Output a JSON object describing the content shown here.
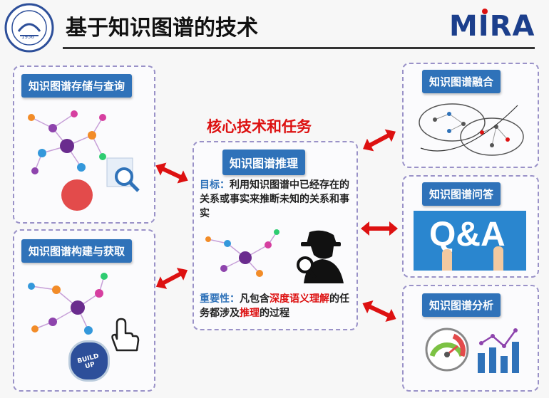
{
  "header": {
    "title": "基于知识图谱的技术",
    "brand": "MIRA",
    "university_emblem_text": "1956"
  },
  "center": {
    "heading": "核心技术和任务",
    "task_label": "知识图谱推理",
    "goal_label": "目标：",
    "goal_text": "利用知识图谱中已经存在的关系或事实来推断未知的关系和事实",
    "importance_label": "重要性：",
    "importance_parts": [
      "凡包含",
      "深度语义理解",
      "的任务都涉及",
      "推理",
      "的过程"
    ]
  },
  "left_panels": [
    {
      "label": "知识图谱存储与查询"
    },
    {
      "label": "知识图谱构建与获取",
      "badge": "BUILD UP"
    }
  ],
  "right_panels": [
    {
      "label": "知识图谱融合"
    },
    {
      "label": "知识图谱问答",
      "image_text": "Q&A"
    },
    {
      "label": "知识图谱分析"
    }
  ],
  "colors": {
    "tag_blue": "#2f72b9",
    "accent_red": "#d11111",
    "panel_border": "#9a92c8",
    "brand_blue": "#1c3f8c"
  }
}
